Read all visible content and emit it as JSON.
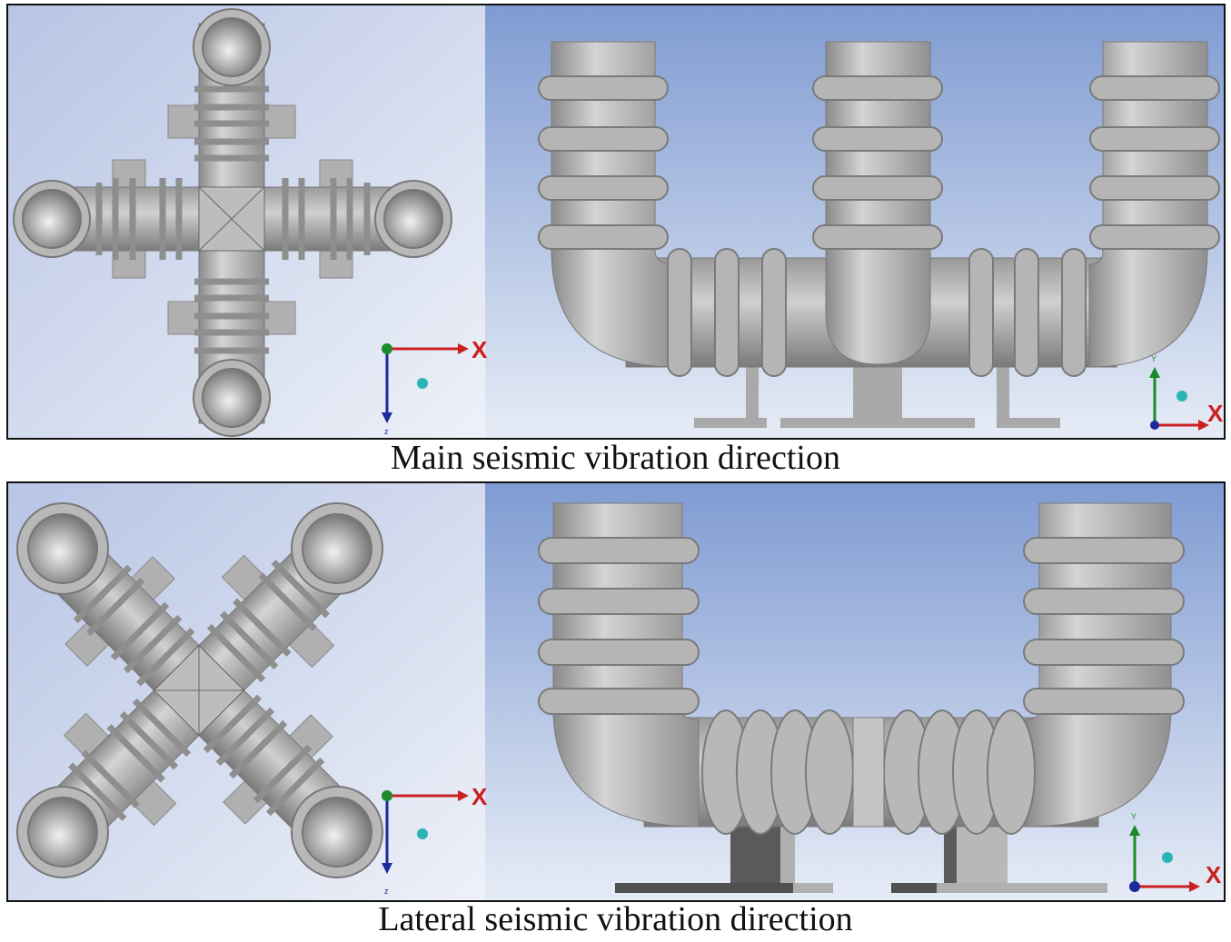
{
  "panels": [
    {
      "id": "main",
      "caption": "Main seismic vibration direction",
      "top_view": {
        "axis_h_label": "X",
        "axis_v_label": "z"
      },
      "front_view": {
        "axis_h_label": "X",
        "axis_v_label": "Y"
      }
    },
    {
      "id": "lateral",
      "caption": "Lateral seismic vibration direction",
      "top_view": {
        "axis_h_label": "X",
        "axis_v_label": "z"
      },
      "front_view": {
        "axis_h_label": "X",
        "axis_v_label": "Y"
      }
    }
  ],
  "colors": {
    "pipe": "#a8a8a8",
    "pipe_dark": "#707070",
    "pipe_light": "#dcdcdc",
    "axis_red": "#cc2020",
    "axis_blue": "#1a2a9a",
    "axis_green": "#1a8a2a",
    "bg_top_view": "#c2cde8",
    "bg_front_view": "#8fa7d6"
  }
}
